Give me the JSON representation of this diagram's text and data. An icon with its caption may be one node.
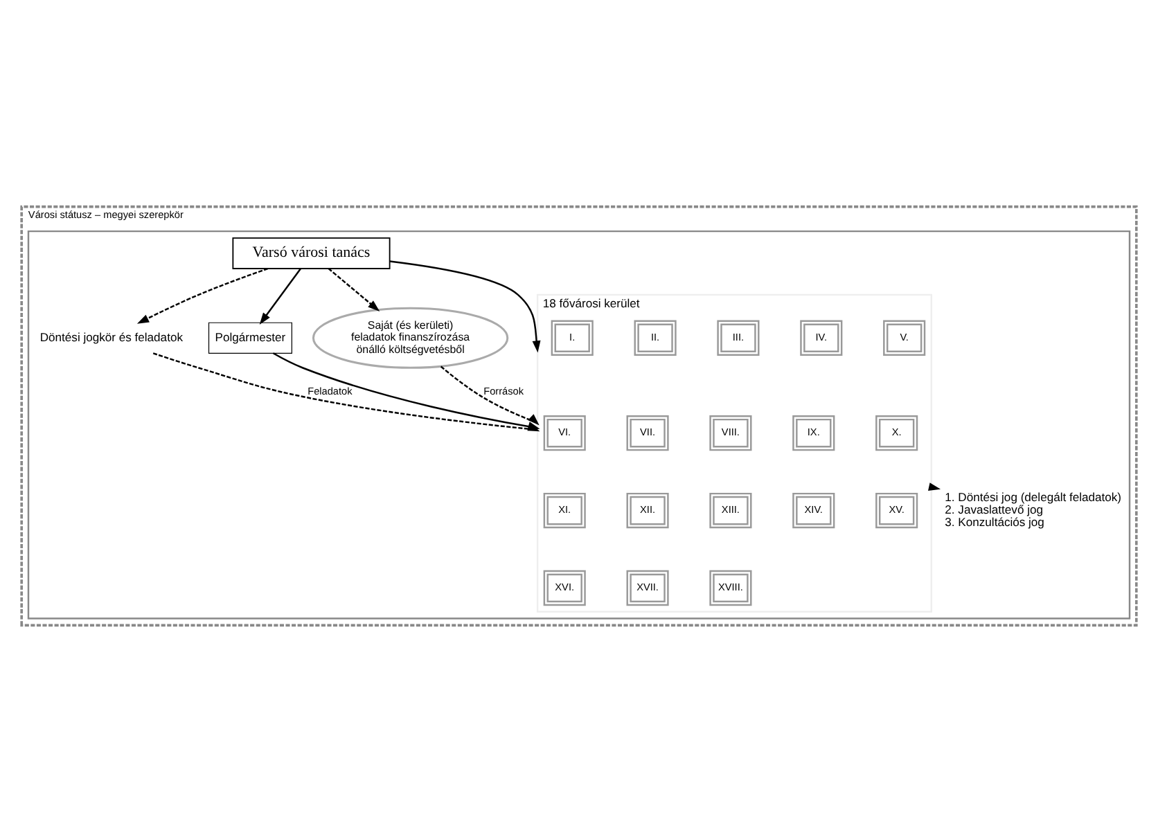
{
  "diagram": {
    "nodes": [
      {
        "text": [
          "Városi státusz – megyei szerepkör"
        ]
      },
      {
        "text": [],
        "shape": "box",
        "in": 0
      },
      {
        "text": [
          "Varsó városi tanács"
        ],
        "in": 1
      },
      {
        "text": [
          "Döntési jogkör és feladatok"
        ],
        "in": 1
      },
      {
        "text": [
          "Polgármester"
        ],
        "in": 1
      },
      {
        "text": [
          "Saját (és kerületi) feladatok finanszírozása önálló költségvetésből"
        ],
        "in": 1
      },
      {
        "text": [
          "18 fővárosi kerület"
        ],
        "in": 1
      },
      {
        "text": [
          "I."
        ],
        "in": 6
      },
      {
        "text": [
          "II."
        ],
        "in": 6
      },
      {
        "text": [
          "III."
        ],
        "in": 6
      },
      {
        "text": [
          "IV."
        ],
        "in": 6
      },
      {
        "text": [
          "V."
        ],
        "in": 6
      },
      {
        "text": [
          "VI."
        ],
        "in": 6
      },
      {
        "text": [
          "VII."
        ],
        "in": 6
      },
      {
        "text": [
          "VIII."
        ],
        "in": 6
      },
      {
        "text": [
          "IX."
        ],
        "in": 6
      },
      {
        "text": [
          "X."
        ],
        "in": 6
      },
      {
        "text": [
          "XI."
        ],
        "in": 6
      },
      {
        "text": [
          "XII."
        ],
        "in": 6
      },
      {
        "text": [
          "XIII."
        ],
        "in": 6
      },
      {
        "text": [
          "XIV."
        ],
        "in": 6
      },
      {
        "text": [
          "XV."
        ],
        "in": 6
      },
      {
        "text": [
          "XVI."
        ],
        "in": 6
      },
      {
        "text": [
          "XVII."
        ],
        "in": 6
      },
      {
        "text": [
          "XVIII."
        ],
        "in": 6
      },
      {
        "text": [
          "1. Döntési jog (delegált feladatok)",
          "2. Javaslattevő jog",
          "3. Konzultációs jog"
        ],
        "in": 1
      }
    ],
    "edges": [
      {
        "from": 2,
        "to": 4,
        "arrow": "to"
      },
      {
        "from": 2,
        "to": 6,
        "arrow": "to"
      },
      {
        "from": 4,
        "to": 6,
        "arrow": "to"
      },
      {
        "from": 2,
        "to": 3,
        "arrow": "to",
        "style": "dashed"
      },
      {
        "from": 2,
        "to": 5,
        "arrow": "to",
        "style": "dashed"
      },
      {
        "from": 3,
        "to": 6,
        "arrow": "to",
        "style": "dashed",
        "label": "Feladatok"
      },
      {
        "from": 5,
        "to": 6,
        "arrow": "to",
        "style": "dashed",
        "label": "Források"
      },
      {
        "from": 6,
        "to": 25,
        "arrow": "to",
        "style": "dashed"
      }
    ]
  }
}
